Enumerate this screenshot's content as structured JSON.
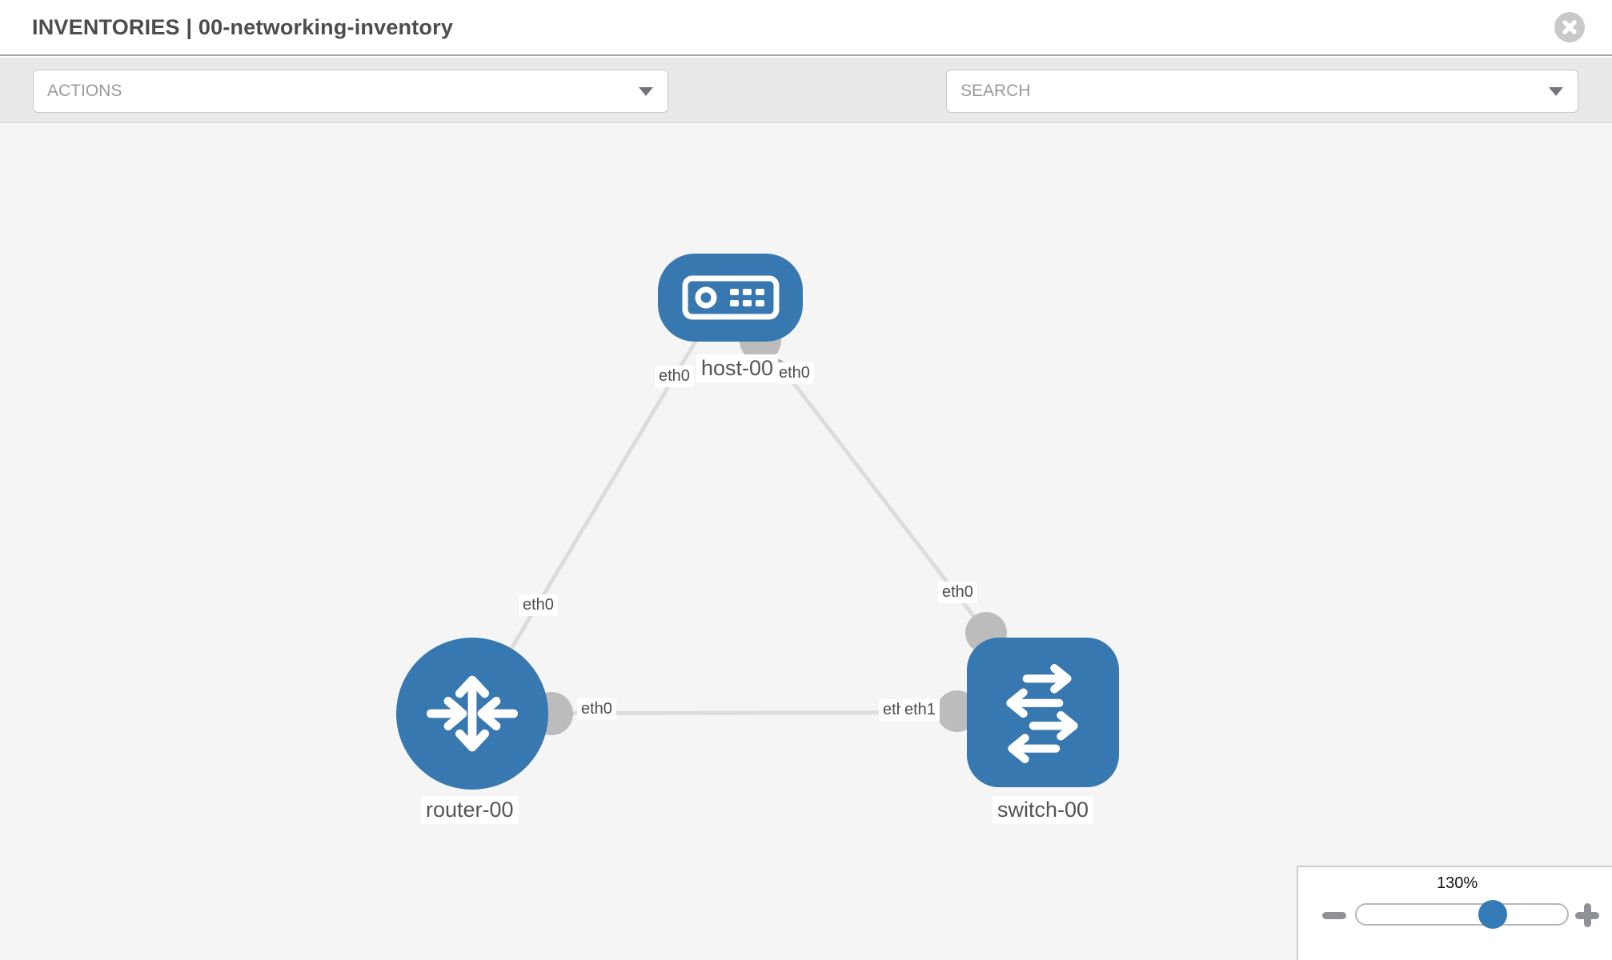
{
  "header": {
    "title": "INVENTORIES | 00-networking-inventory"
  },
  "toolbar": {
    "actions_label": "ACTIONS",
    "search_label": "SEARCH"
  },
  "diagram": {
    "nodes": [
      {
        "id": "host-00",
        "label": "host-00",
        "type": "host",
        "shape": "rounded-rect"
      },
      {
        "id": "router-00",
        "label": "router-00",
        "type": "router",
        "shape": "circle"
      },
      {
        "id": "switch-00",
        "label": "switch-00",
        "type": "switch",
        "shape": "rounded-square"
      }
    ],
    "links": [
      {
        "from": "host-00",
        "to": "router-00",
        "from_iface": "eth0",
        "to_iface": "eth0"
      },
      {
        "from": "host-00",
        "to": "switch-00",
        "from_iface": "eth0",
        "to_iface": "eth0"
      },
      {
        "from": "router-00",
        "to": "switch-00",
        "from_iface": "eth0",
        "to_iface": "eth1"
      }
    ],
    "interface_labels": [
      {
        "text": "eth0",
        "position": "host-left"
      },
      {
        "text": "eth0",
        "position": "host-right"
      },
      {
        "text": "eth0",
        "position": "link-host-router"
      },
      {
        "text": "eth0",
        "position": "link-host-switch"
      },
      {
        "text": "eth0",
        "position": "router-lan"
      },
      {
        "text": "eth0",
        "position": "switch-lan-under"
      },
      {
        "text": "eth1",
        "position": "switch-lan-top"
      }
    ]
  },
  "zoom_control": {
    "level": "130%"
  },
  "colors": {
    "node_blue": "#3878b0",
    "slider_handle_blue": "#337ab7",
    "link_gray": "#dcdcdc",
    "connector_gray": "#bcbcbc",
    "toolbar_bg": "#e9e9e9",
    "canvas_bg": "#f5f5f5"
  }
}
